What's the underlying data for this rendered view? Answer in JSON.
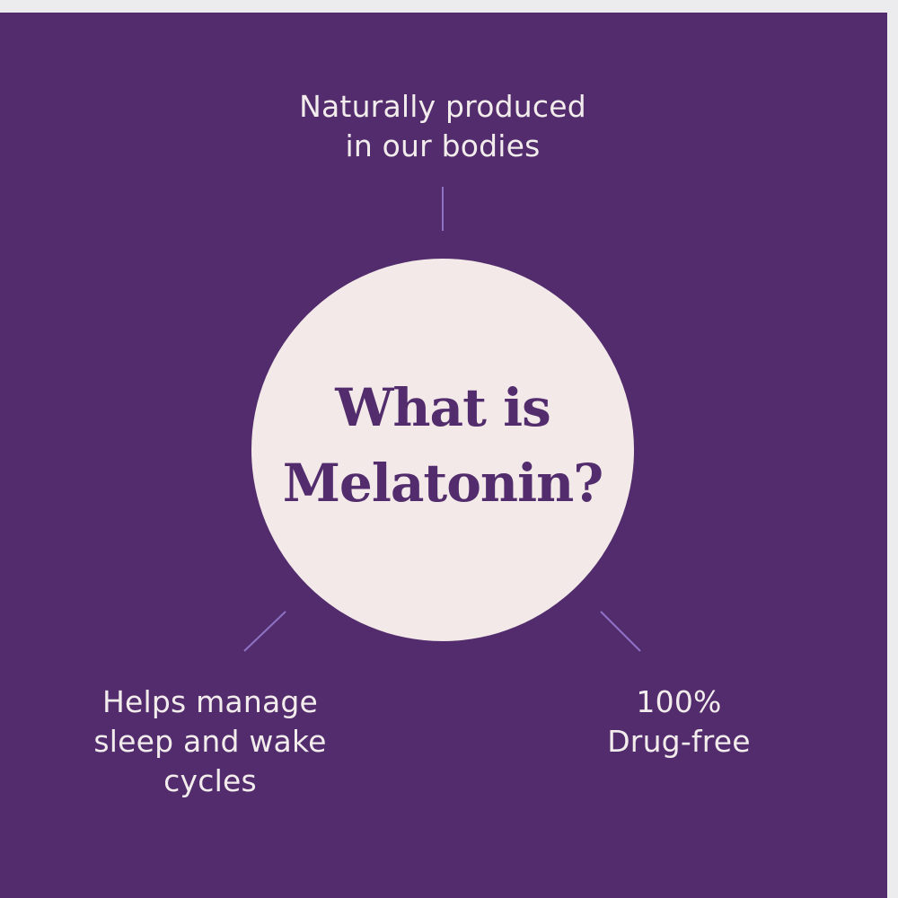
{
  "colors": {
    "background_purple": "#522c6c",
    "circle_cream": "#f2e9e8",
    "text_light": "#f3ecec",
    "connector_lavender": "#8e72c4",
    "outer_frame": "#ecebee"
  },
  "center": {
    "title_line1": "What is",
    "title_line2": "Melatonin?"
  },
  "callouts": {
    "top": {
      "line1": "Naturally produced",
      "line2": "in our bodies"
    },
    "left": {
      "line1": "Helps manage",
      "line2": "sleep and wake",
      "line3": "cycles"
    },
    "right": {
      "line1": "100%",
      "line2": "Drug-free"
    }
  }
}
